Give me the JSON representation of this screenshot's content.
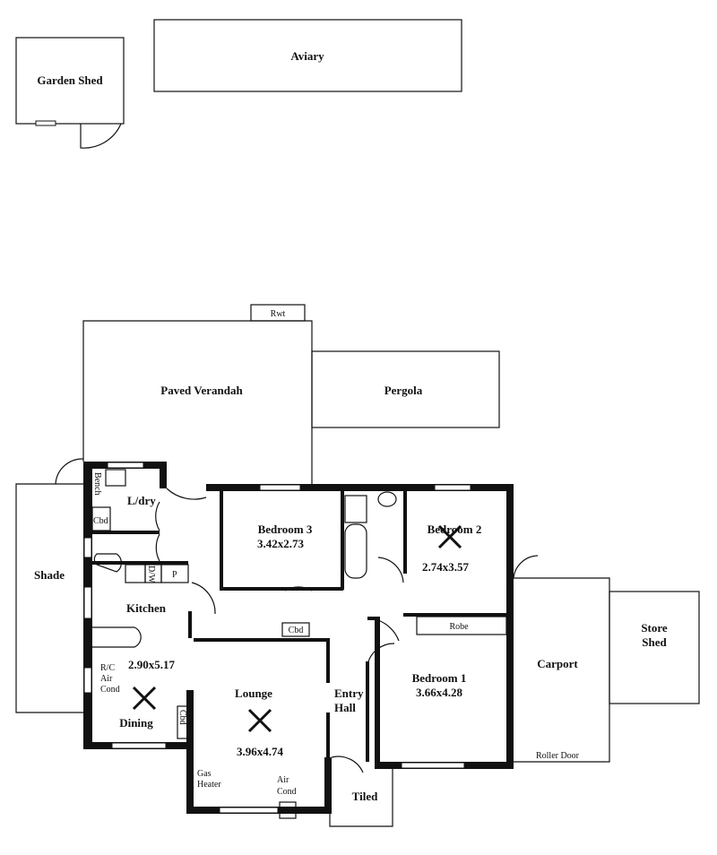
{
  "rooms": {
    "garden_shed": "Garden Shed",
    "aviary": "Aviary",
    "rwt": "Rwt",
    "paved_verandah": "Paved Verandah",
    "pergola": "Pergola",
    "shade": "Shade",
    "laundry": "L/dry",
    "bench": "Bench",
    "laundry_cbd": "Cbd",
    "kitchen": "Kitchen",
    "kitchen_dw": "D/W",
    "kitchen_pantry": "P",
    "kitchen_dining_size": "2.90x5.17",
    "rc_air_cond": [
      "R/C",
      "Air",
      "Cond"
    ],
    "dining": "Dining",
    "dining_cbd": "Cbd",
    "bedroom3": "Bedroom 3",
    "bedroom3_size": "3.42x2.73",
    "bedroom2": "Bedroom 2",
    "bedroom2_size": "2.74x3.57",
    "robe": "Robe",
    "bedroom1": "Bedroom 1",
    "bedroom1_size": "3.66x4.28",
    "hall_cbd": "Cbd",
    "lounge": "Lounge",
    "lounge_size": "3.96x4.74",
    "gas_heater": [
      "Gas",
      "Heater"
    ],
    "air_cond": [
      "Air",
      "Cond"
    ],
    "entry_hall": [
      "Entry",
      "Hall"
    ],
    "tiled": "Tiled",
    "carport": "Carport",
    "roller_door": "Roller Door",
    "store_shed": [
      "Store",
      "Shed"
    ]
  }
}
